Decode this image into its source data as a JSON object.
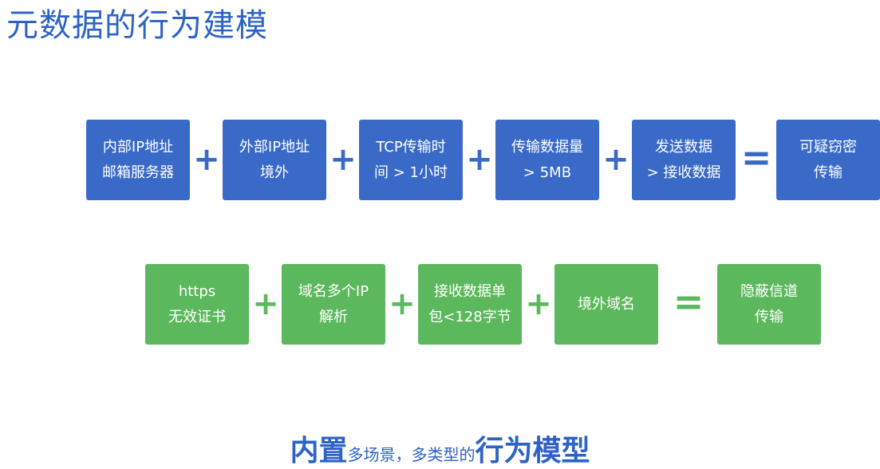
{
  "title": "元数据的行为建模",
  "model1": {
    "boxes": [
      {
        "line1": "内部IP地址",
        "line2": "邮箱服务器"
      },
      {
        "line1": "外部IP地址",
        "line2": "境外"
      },
      {
        "line1": "TCP传输时",
        "line2": "间 > 1小时"
      },
      {
        "line1": "传输数据量",
        "line2": "> 5MB"
      },
      {
        "line1": "发送数据",
        "line2": "> 接收数据"
      }
    ],
    "result": {
      "line1": "可疑窃密",
      "line2": "传输"
    }
  },
  "model2": {
    "boxes": [
      {
        "line1": "https",
        "line2": "无效证书"
      },
      {
        "line1": "域名多个IP",
        "line2": "解析"
      },
      {
        "line1": "接收数据单",
        "line2": "包<128字节"
      },
      {
        "line1": "境外域名",
        "line2": ""
      }
    ],
    "result": {
      "line1": "隐蔽信道",
      "line2": "传输"
    }
  },
  "operators": {
    "plus": "+",
    "equals": "="
  },
  "tagline": {
    "part1": "内置",
    "part2": "多场景，多类型的",
    "part3": "行为模型"
  },
  "colors": {
    "title": "#2e63c6",
    "blue_box": "#3a6ac8",
    "green_box": "#5cb85c"
  }
}
